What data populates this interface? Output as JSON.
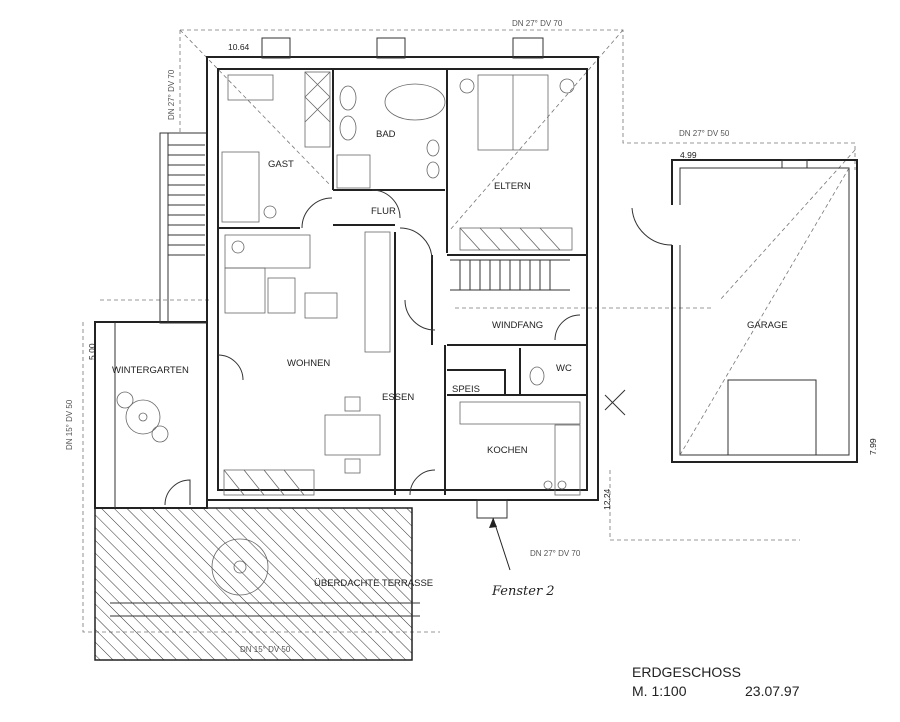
{
  "rooms": {
    "gast": "GAST",
    "bad": "BAD",
    "eltern": "ELTERN",
    "flur": "FLUR",
    "wohnen": "WOHNEN",
    "essen": "ESSEN",
    "windfang": "WINDFANG",
    "wc": "WC",
    "speis": "SPEIS",
    "kochen": "KOCHEN",
    "garage": "GARAGE",
    "wintergarten": "WINTERGARTEN",
    "terrasse": "ÜBERDACHTE TERRASSE"
  },
  "dimensions": {
    "house_width": "10.64",
    "garage_width": "4.99",
    "wintergarten_width": "5.00",
    "garage_depth": "7.99",
    "total_depth": "12.24"
  },
  "roof_notes": {
    "top": "DN 27°  DV 70",
    "left": "DN 27°  DV 70",
    "garage": "DN 27°  DV 50",
    "bottom_right": "DN 27°  DV 70",
    "wintergarten": "DN 15°  DV 50",
    "terrasse": "DN 15°  DV 50"
  },
  "annotation": "Fenster 2",
  "title_block": {
    "title": "ERDGESCHOSS",
    "scale": "M. 1:100",
    "date": "23.07.97"
  }
}
